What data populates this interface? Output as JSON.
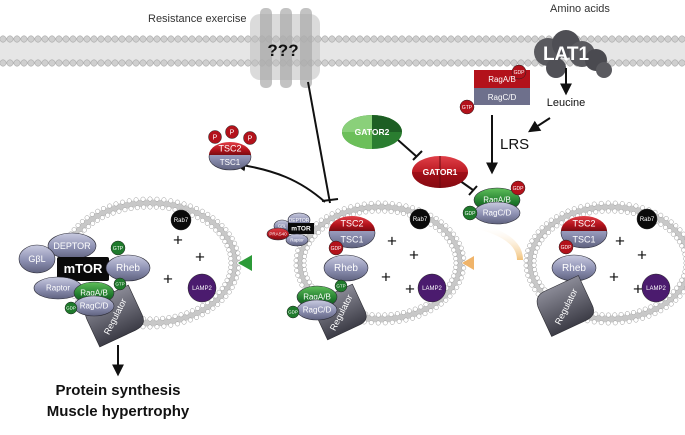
{
  "labels": {
    "resistance_exercise": "Resistance exercise",
    "unknown": "???",
    "amino_acids": "Amino acids",
    "lat1": "LAT1",
    "leucine": "Leucine",
    "lrs": "LRS",
    "gator2": "GATOR2",
    "gator1": "GATOR1",
    "raga_b": "RagA/B",
    "ragc_d": "RagC/D",
    "gdp": "GDP",
    "gtp": "GTP",
    "p": "P",
    "tsc2": "TSC2",
    "tsc1": "TSC1",
    "rheb": "Rheb",
    "rab7": "Rab7",
    "lamp2": "LAMP2",
    "regulator": "Regulator",
    "deptor": "DEPTOR",
    "gbl": "GβL",
    "mtor": "mTOR",
    "raptor": "Raptor",
    "pras40": "PRAS40",
    "plus": "+"
  },
  "outcome": {
    "line1": "Protein synthesis",
    "line2": "Muscle hypertrophy"
  },
  "colors": {
    "red": "#b3121b",
    "green": "#1f6e2a",
    "lavender": "#8a8fb0",
    "dark_gray": "#4b4b55",
    "purple": "#4b1b6e",
    "black": "#0a0a0a",
    "membrane": "#b7b7b7"
  }
}
